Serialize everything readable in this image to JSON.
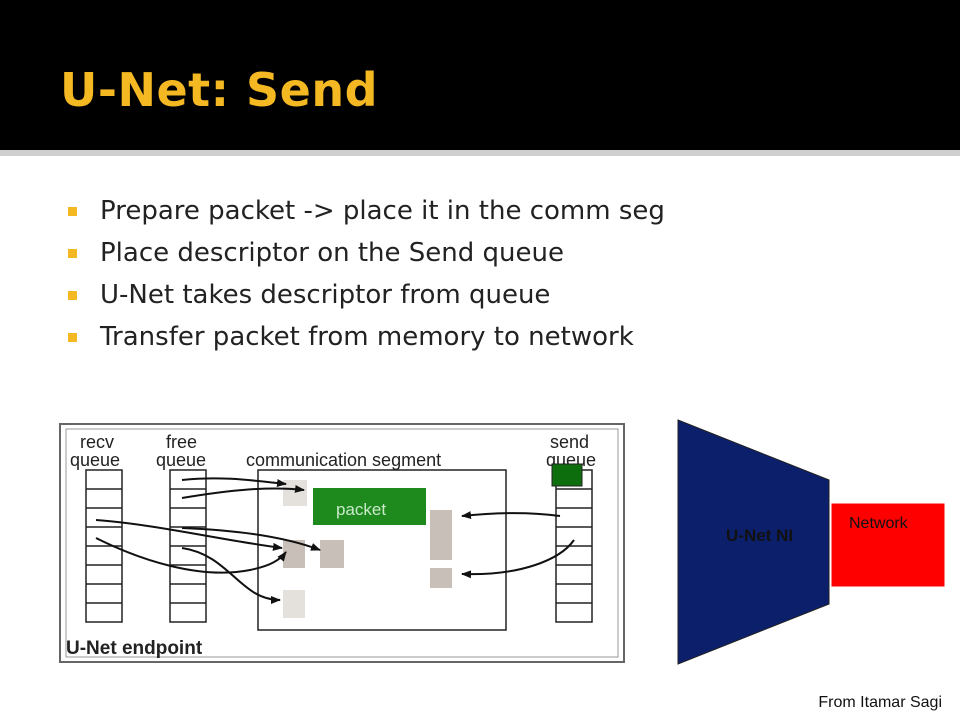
{
  "slide": {
    "title": "U-Net: Send",
    "bullets": [
      "Prepare packet -> place it in the comm seg",
      "Place descriptor on the Send queue",
      "U-Net takes descriptor from queue",
      "Transfer packet from memory to network"
    ],
    "credit": "From Itamar Sagi"
  },
  "diagram": {
    "recv_queue": [
      "recv",
      "queue"
    ],
    "free_queue": [
      "free",
      "queue"
    ],
    "send_queue": [
      "send",
      "queue"
    ],
    "communication_segment": "communication segment",
    "packet": "packet",
    "endpoint": "U-Net endpoint",
    "ni": "U-Net NI",
    "network": "Network"
  },
  "colors": {
    "title": "#f4b822",
    "bullet": "#f4b822",
    "packet": "#1e8a1e",
    "descriptor": "#0d6e0d",
    "ni": "#0c1f6b",
    "network": "#ff0000"
  }
}
